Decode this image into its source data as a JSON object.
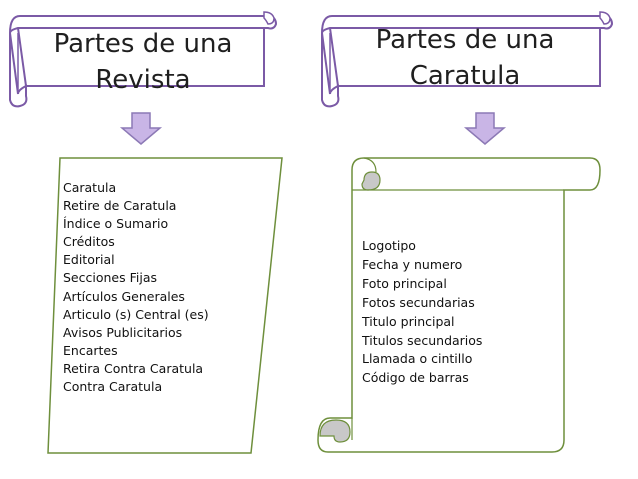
{
  "left_banner": {
    "title_line1": "Partes de una",
    "title_line2": "Revista"
  },
  "right_banner": {
    "title_line1": "Partes de una",
    "title_line2": "Caratula"
  },
  "left_list": [
    "Caratula",
    "Retire de Caratula",
    "Índice o Sumario",
    "Créditos",
    "Editorial",
    "Secciones Fijas",
    "Artículos Generales",
    "Articulo (s) Central (es)",
    "Avisos Publicitarios",
    "Encartes",
    "Retira Contra Caratula",
    "Contra Caratula"
  ],
  "right_list": [
    "Logotipo",
    "Fecha y numero",
    "Foto principal",
    "Fotos secundarias",
    "Titulo principal",
    "Titulos secundarios",
    "Llamada o cintillo",
    "Código de barras"
  ],
  "colors": {
    "banner_stroke": "#7b5aa6",
    "banner_fill": "#ffffff",
    "arrow_fill": "#c9b5e6",
    "arrow_stroke": "#8c79b5",
    "box_stroke": "#6e8f3c",
    "scroll_curl": "#c8c8c8"
  }
}
